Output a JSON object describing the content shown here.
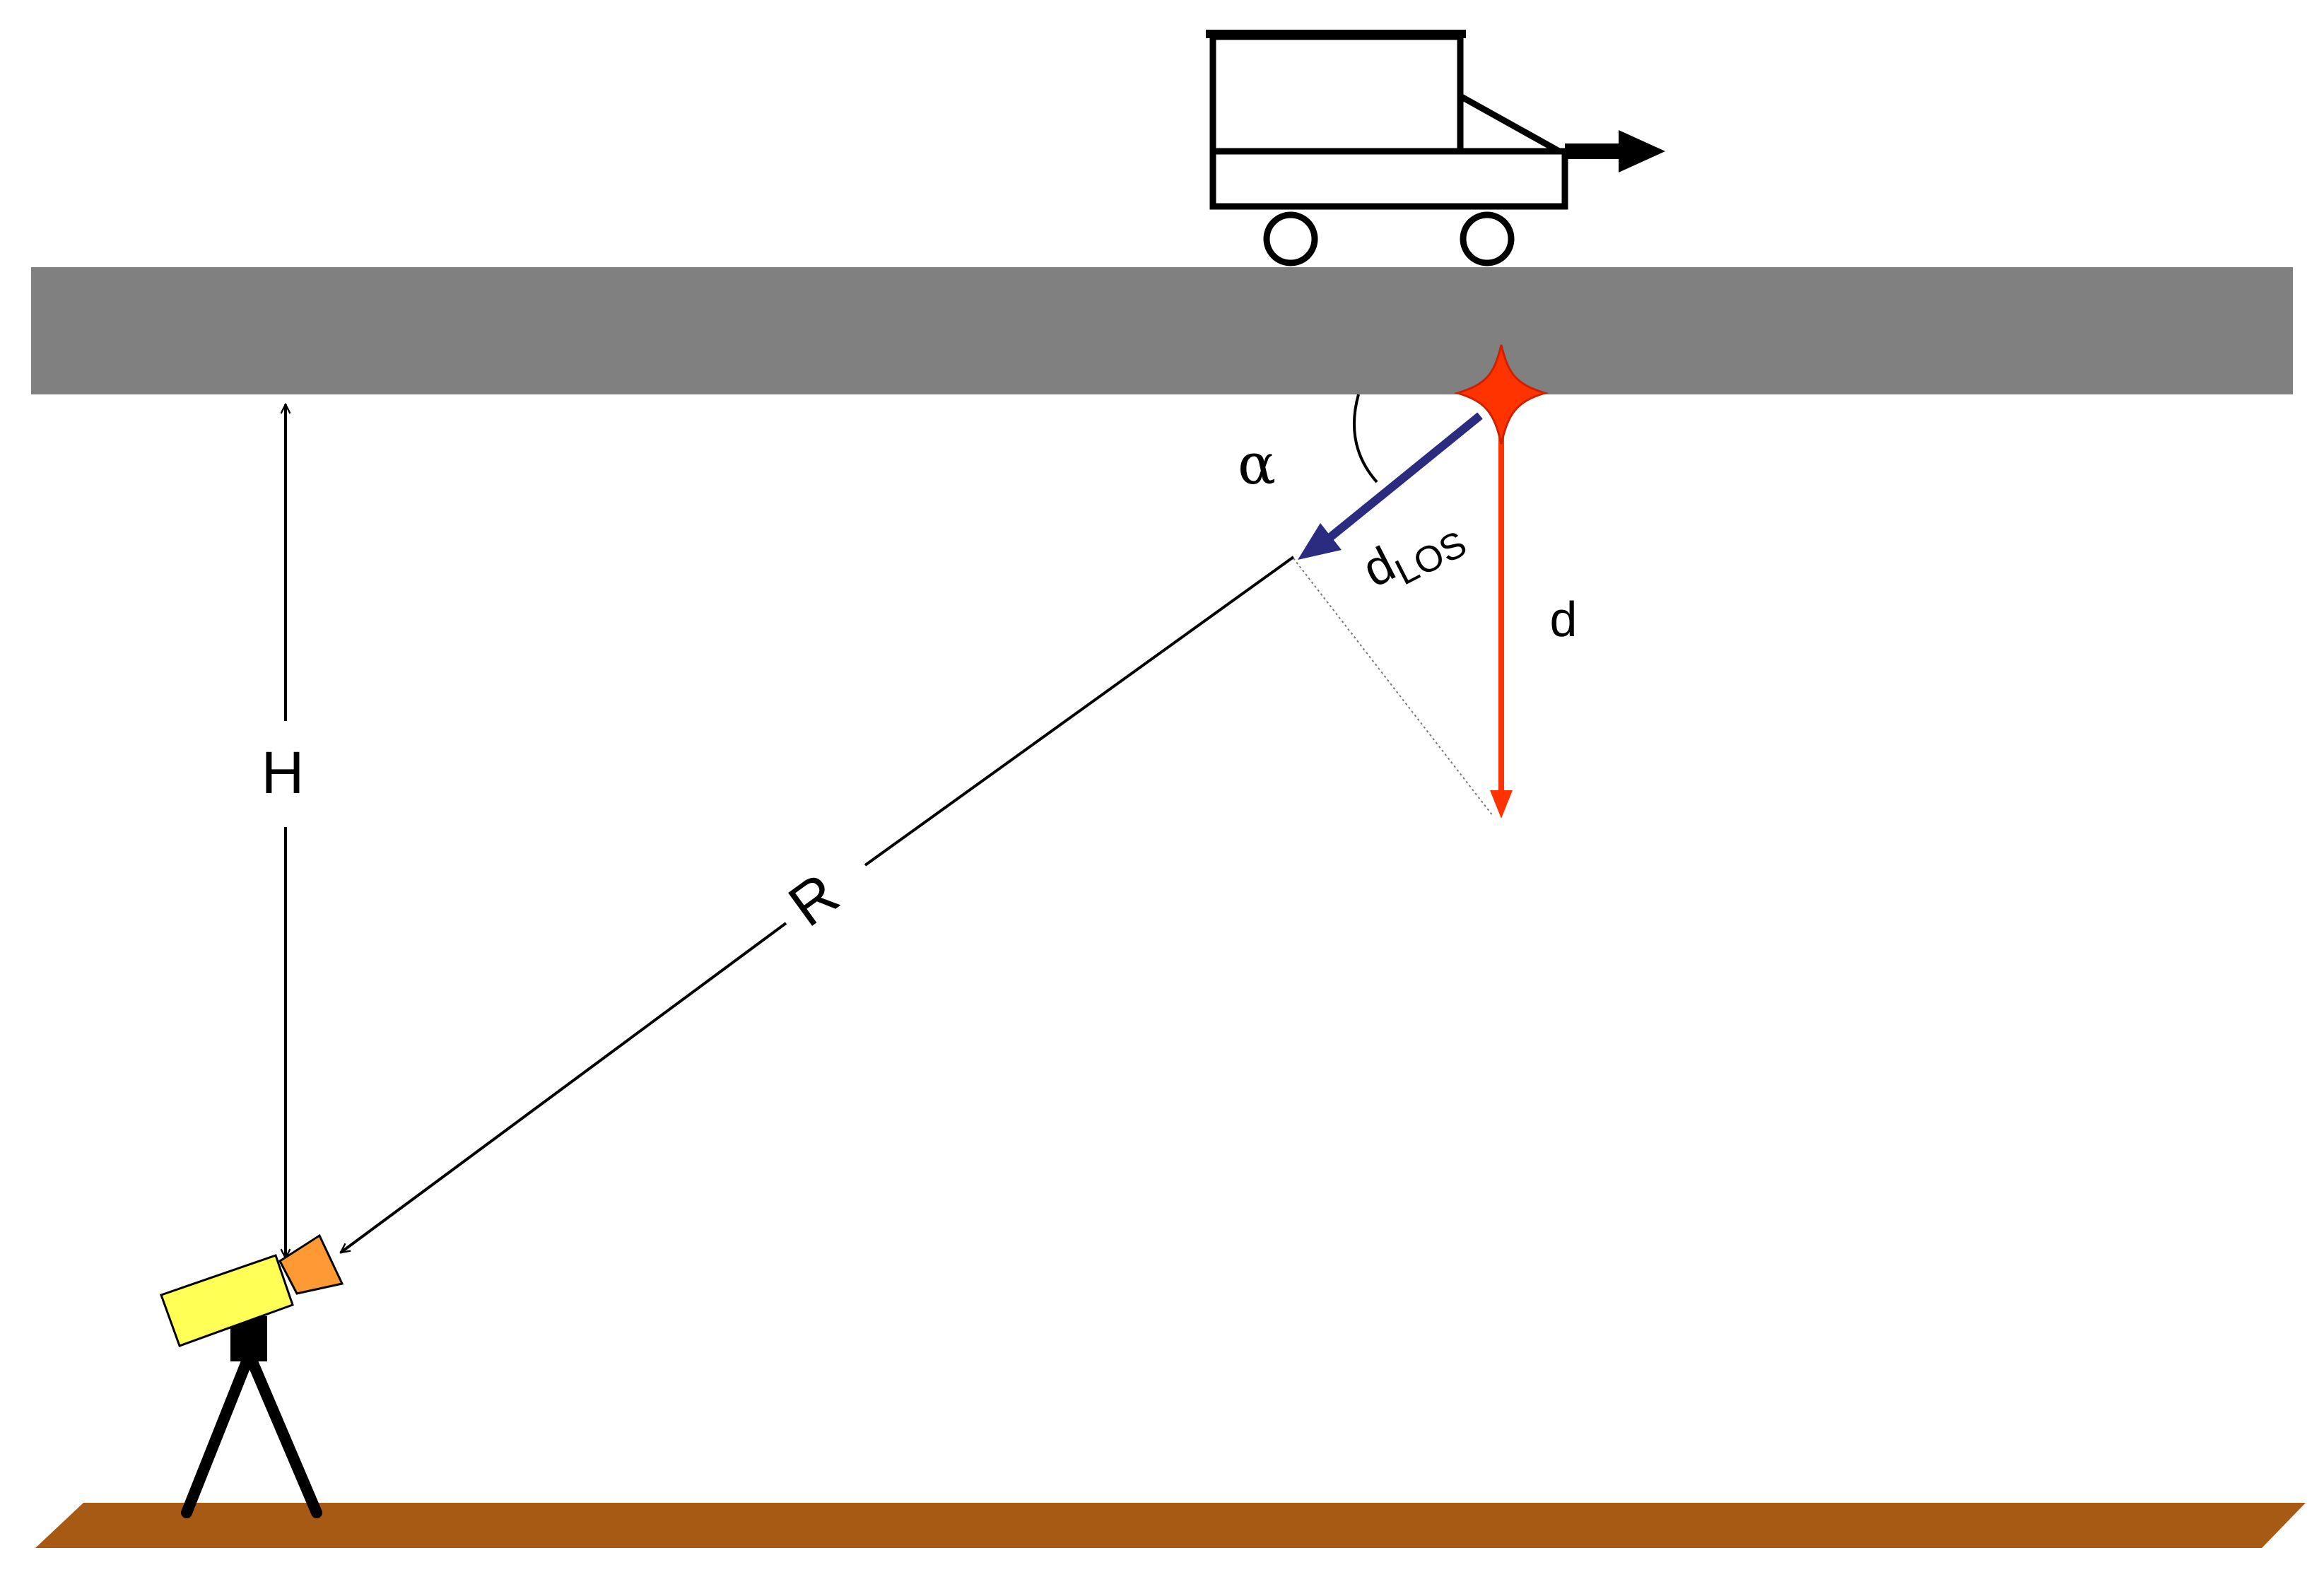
{
  "labels": {
    "height": "H",
    "range": "R",
    "angle": "α",
    "los_displacement_base": "d",
    "los_displacement_sub": "LOS",
    "displacement": "d"
  },
  "colors": {
    "deck": "#808080",
    "ground": "#a65a14",
    "camera_body": "#ffff55",
    "camera_lens": "#ff9933",
    "star": "#ff3300",
    "displacement_arrow": "#ff3300",
    "los_arrow": "#2b2b80",
    "ink": "#000000"
  },
  "icons": {
    "vehicle": "truck-icon",
    "sensor": "camera-on-tripod-icon",
    "target": "star-icon"
  }
}
